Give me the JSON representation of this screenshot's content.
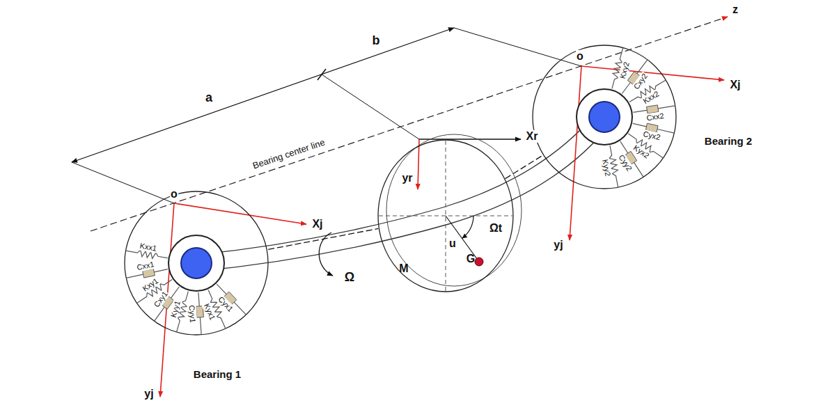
{
  "diagram": {
    "nodes": [
      {
        "text": [
          "Kxx1",
          "Cxx1",
          "Kxy1",
          "Cxy1",
          "Kyy1",
          "Cyy1",
          "Kyx1",
          "Cyx1",
          "Bearing 1"
        ]
      },
      {
        "text": [
          "M",
          "u",
          "Ωt",
          "G"
        ]
      },
      {
        "text": [
          "Kxy2",
          "Cxy2",
          "Kxx2",
          "Cxx2",
          "Cyx2",
          "Kyx2",
          "Cyy2",
          "Kyy2",
          "Bearing 2"
        ]
      }
    ],
    "edges": [
      {
        "from": 0,
        "to": 1,
        "arrow": "none"
      },
      {
        "from": 1,
        "to": 2,
        "arrow": "none"
      }
    ],
    "labels": [
      "a",
      "b",
      "z",
      "Bearing center line",
      "o",
      "Xj",
      "yj",
      "o",
      "Xj",
      "yj",
      "Xr",
      "yr",
      "Ω"
    ]
  }
}
